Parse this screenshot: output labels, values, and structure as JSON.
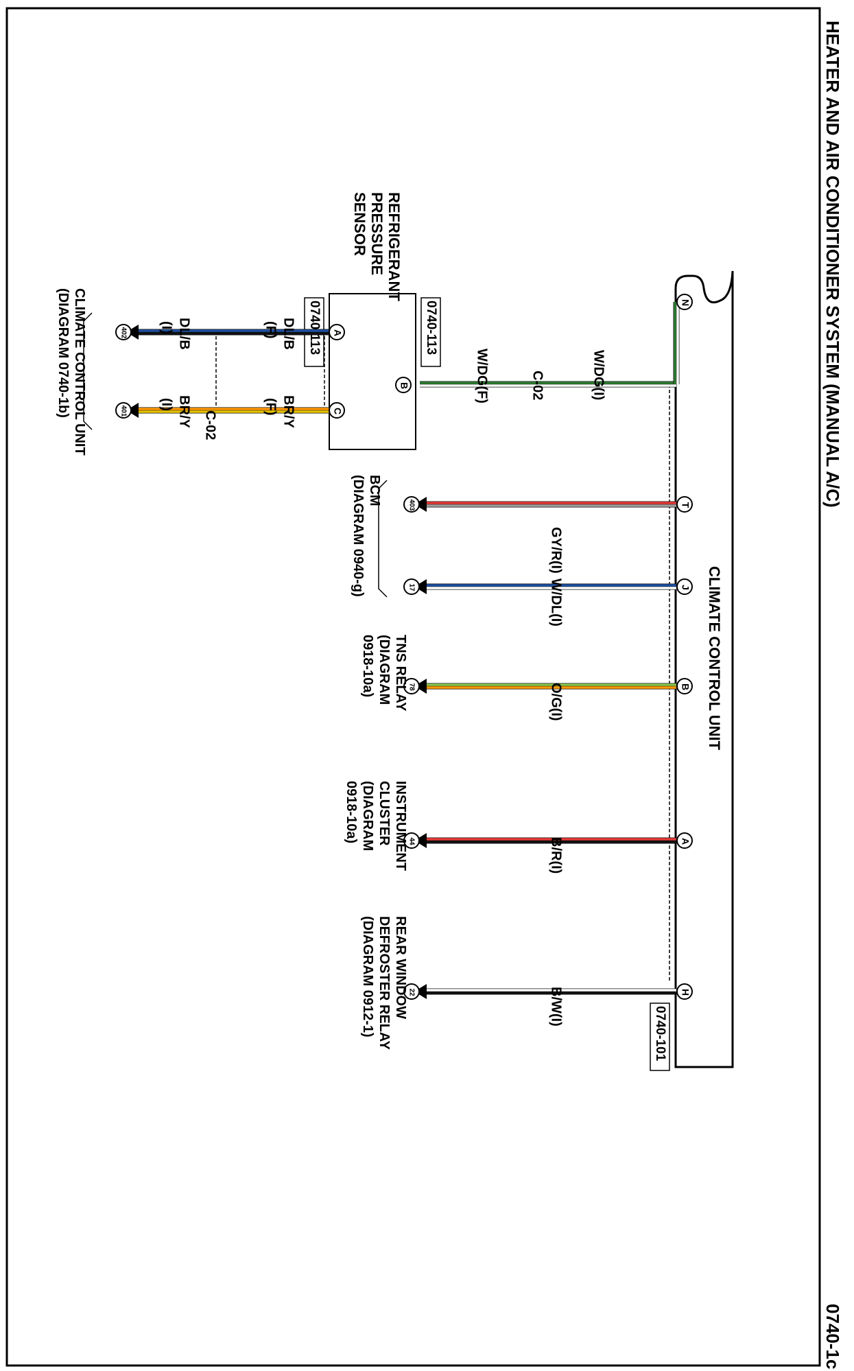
{
  "title": "HEATER AND AIR CONDITIONER SYSTEM (MANUAL A/C)",
  "page_number": "0740-1c",
  "components": {
    "ccu_main": {
      "label": "CLIMATE CONTROL UNIT",
      "ref": "0740-101"
    },
    "sensor": {
      "label_lines": [
        "REFRIGERANT",
        "PRESSURE",
        "SENSOR"
      ],
      "ref_b": "0740-113",
      "ref_ac": "0740-113"
    }
  },
  "connector_c02": "C-02",
  "ccu_pins": [
    {
      "pin": "N",
      "wire": "W/DG(I)",
      "colors": [
        "#2e7d32",
        "#ffffff"
      ]
    },
    {
      "pin": "T",
      "wire": "GY/R(I)",
      "colors": [
        "#e53935",
        "#9e9e9e"
      ]
    },
    {
      "pin": "J",
      "wire": "W/DL(I)",
      "colors": [
        "#1e4fa0",
        "#ffffff"
      ]
    },
    {
      "pin": "B",
      "wire": "O/G(I)",
      "colors": [
        "#8bc34a",
        "#ff9800"
      ]
    },
    {
      "pin": "A",
      "wire": "B/R(I)",
      "colors": [
        "#e53935",
        "#111111"
      ]
    },
    {
      "pin": "H",
      "wire": "B/W(I)",
      "colors": [
        "#ffffff",
        "#111111"
      ]
    }
  ],
  "n_wire_lower": "W/DG(F)",
  "sensor_pins": {
    "b": "B",
    "a": "A",
    "c": "C"
  },
  "sensor_wires": {
    "a_top": "DL/B",
    "a_top_suffix": "(F)",
    "c_top": "BR/Y",
    "c_top_suffix": "(F)",
    "a_bottom": "DL/B",
    "a_bottom_suffix": "(I)",
    "c_bottom": "BR/Y",
    "c_bottom_suffix": "(I)"
  },
  "destinations": {
    "bcm": {
      "pins": [
        "403",
        "17"
      ],
      "lines": [
        "BCM",
        "(DIAGRAM  0940-g)"
      ]
    },
    "tns": {
      "pin": "78",
      "lines": [
        "TNS RELAY",
        "(DIAGRAM",
        "0918-10a)"
      ]
    },
    "cluster": {
      "pin": "44",
      "lines": [
        "INSTRUMENT",
        "CLUSTER",
        "(DIAGRAM",
        "0918-10a)"
      ]
    },
    "rear": {
      "pin": "22",
      "lines": [
        "REAR WINDOW",
        "DEFROSTER RELAY",
        "(DIAGRAM  0912-1)"
      ]
    },
    "ccu_b": {
      "pins": [
        "402",
        "401"
      ],
      "lines": [
        "CLIMATE CONTROL UNIT",
        "(DIAGRAM 0740-1b)"
      ]
    }
  }
}
